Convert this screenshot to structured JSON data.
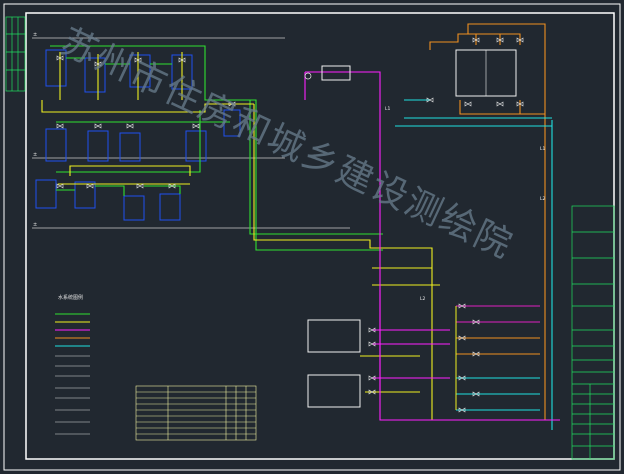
{
  "watermark": "苏州市住房和城乡建设测绘院",
  "labels": {
    "feed_line": "L1",
    "return_line": "L2",
    "elevation_mark": "±"
  },
  "legend": {
    "title": "水系统图例"
  },
  "colors": {
    "background": "#212830",
    "border": "#ffffff",
    "cold_supply": "#f0f020",
    "cold_return": "#f09020",
    "condensate": "#e020c0",
    "cooling_water": "#20e0e0",
    "supply_green": "#30e030",
    "unit_blue": "#2050f0",
    "magenta_pipe": "#ff20ff",
    "watermark": "#6a7d8d"
  }
}
